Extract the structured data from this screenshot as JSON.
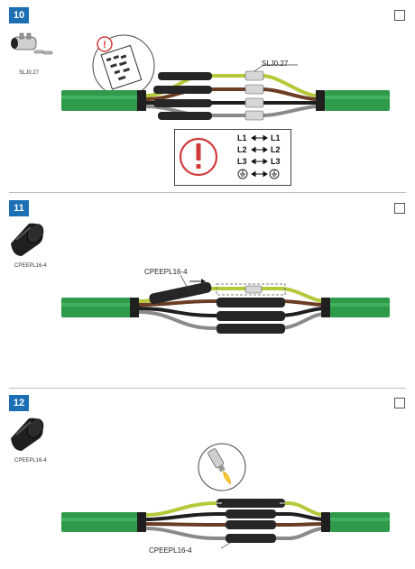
{
  "steps": [
    {
      "number": "10",
      "part_label": "SLJ0.27",
      "callout_label": "SLJ0.27",
      "phase_map": [
        {
          "left": "L1",
          "right": "L1"
        },
        {
          "left": "L2",
          "right": "L2"
        },
        {
          "left": "L3",
          "right": "L3"
        }
      ],
      "warning_icon": "exclamation-icon",
      "earth_icon": "earth-ground-icon"
    },
    {
      "number": "11",
      "part_label": "CPEEPL16-4",
      "callout_label": "CPEEPL16-4"
    },
    {
      "number": "12",
      "part_label": "CPEEPL16-4",
      "callout_label": "CPEEPL16-4",
      "tool_icon": "heat-gun-icon"
    }
  ],
  "colors": {
    "badge": "#1d6fb3",
    "cable_sheath": "#2e9a4a",
    "core_yellow_green": "#b7c83a",
    "core_brown": "#6b3d24",
    "core_black": "#1f1f1f",
    "core_grey": "#8a8a8a",
    "warning_red": "#d23a3a"
  }
}
